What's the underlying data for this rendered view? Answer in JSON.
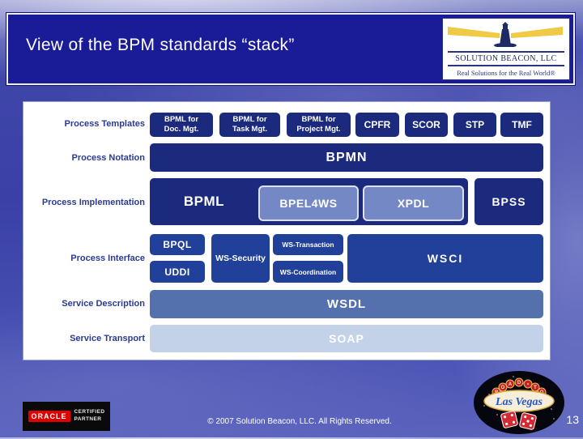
{
  "header": {
    "title": "View of the BPM standards “stack”"
  },
  "logo": {
    "name": "SOLUTION BEACON, LLC",
    "tagline": "Real Solutions for the Real World®"
  },
  "diagram": {
    "labels": [
      "Process Templates",
      "Process Notation",
      "Process Implementation",
      "Process Interface",
      "Service Description",
      "Service Transport"
    ],
    "templates": [
      {
        "line1": "BPML for",
        "line2": "Doc. Mgt."
      },
      {
        "line1": "BPML for",
        "line2": "Task Mgt."
      },
      {
        "line1": "BPML for",
        "line2": "Project Mgt."
      },
      {
        "label": "CPFR"
      },
      {
        "label": "SCOR"
      },
      {
        "label": "STP"
      },
      {
        "label": "TMF"
      }
    ],
    "notation": "BPMN",
    "implementation": {
      "main": "BPML",
      "inner": [
        "BPEL4WS",
        "XPDL"
      ],
      "side": "BPSS"
    },
    "interface": {
      "bpql": "BPQL",
      "uddi": "UDDI",
      "security": "WS-Security",
      "transaction": "WS-Transaction",
      "coordination": "WS-Coordination",
      "wsci": "WSCI"
    },
    "description": "WSDL",
    "transport": "SOAP"
  },
  "oracle": {
    "brand": "ORACLE",
    "line1": "CERTIFIED",
    "line2": "PARTNER"
  },
  "vegas": {
    "arc": [
      "R",
      "O",
      "A",
      "D",
      "•",
      "T",
      "O"
    ],
    "title": "Las Vegas"
  },
  "footer": {
    "copyright": "© 2007 Solution Beacon, LLC.  All Rights Reserved.",
    "page_number": "13"
  },
  "colors": {
    "slide_background": "#3f46ac",
    "header_background": "#1a1b97",
    "box_navy": "#1c2a7e",
    "box_blue": "#21409a",
    "box_slate": "#5571ad",
    "box_light": "#c3d2e8",
    "box_periwinkle": "#7488c5",
    "label_navy": "#2b3a92",
    "oracle_red": "#e00000",
    "vegas_red": "#d42a35",
    "beacon_yellow": "#f0c945"
  }
}
